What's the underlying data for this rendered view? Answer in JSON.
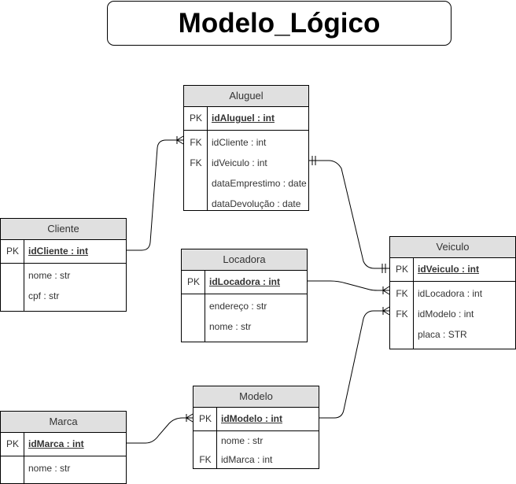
{
  "title": "Modelo_Lógico",
  "entities": {
    "aluguel": {
      "name": "Aluguel",
      "pk": {
        "key": "PK",
        "field": "idAluguel : int"
      },
      "rows": [
        {
          "key": "FK",
          "field": "idCliente : int"
        },
        {
          "key": "FK",
          "field": "idVeiculo : int"
        },
        {
          "key": "",
          "field": "dataEmprestimo : date"
        },
        {
          "key": "",
          "field": "dataDevolução : date"
        }
      ]
    },
    "cliente": {
      "name": "Cliente",
      "pk": {
        "key": "PK",
        "field": "idCliente : int"
      },
      "rows": [
        {
          "key": "",
          "field": "nome : str"
        },
        {
          "key": "",
          "field": "cpf : str"
        }
      ]
    },
    "locadora": {
      "name": "Locadora",
      "pk": {
        "key": "PK",
        "field": "idLocadora : int"
      },
      "rows": [
        {
          "key": "",
          "field": "endereço : str"
        },
        {
          "key": "",
          "field": "nome : str"
        }
      ]
    },
    "veiculo": {
      "name": "Veiculo",
      "pk": {
        "key": "PK",
        "field": "idVeiculo : int"
      },
      "rows": [
        {
          "key": "FK",
          "field": "idLocadora : int"
        },
        {
          "key": "FK",
          "field": "idModelo : int"
        },
        {
          "key": "",
          "field": "placa : STR"
        }
      ]
    },
    "modelo": {
      "name": "Modelo",
      "pk": {
        "key": "PK",
        "field": "idModelo : int"
      },
      "rows": [
        {
          "key": "",
          "field": "nome : str"
        },
        {
          "key": "FK",
          "field": "idMarca : int"
        }
      ]
    },
    "marca": {
      "name": "Marca",
      "pk": {
        "key": "PK",
        "field": "idMarca : int"
      },
      "rows": [
        {
          "key": "",
          "field": "nome : str"
        }
      ]
    }
  }
}
